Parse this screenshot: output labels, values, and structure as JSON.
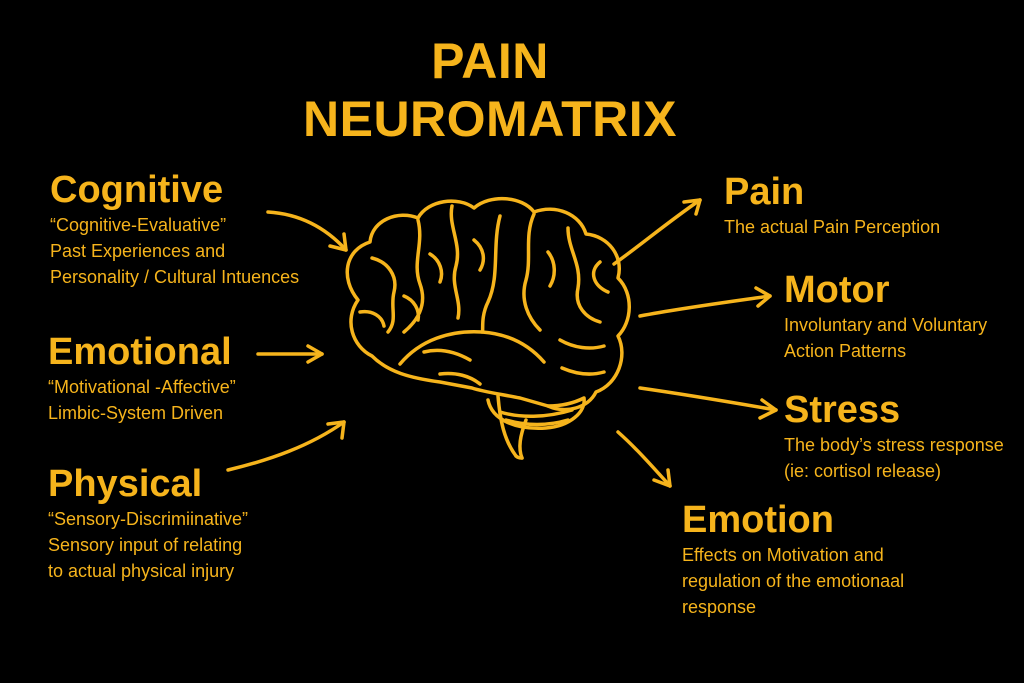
{
  "title": {
    "line1": "PAIN",
    "line2": "NEUROMATRIX"
  },
  "inputs": {
    "cognitive": {
      "heading": "Cognitive",
      "lines": [
        "“Cognitive-Evaluative”",
        "Past Experiences and",
        "Personality / Cultural Intuences"
      ]
    },
    "emotional": {
      "heading": "Emotional",
      "lines": [
        "“Motivational -Affective”",
        "Limbic-System Driven"
      ]
    },
    "physical": {
      "heading": "Physical",
      "lines": [
        "“Sensory-Discrimiinative”",
        "Sensory input of relating",
        "to actual physical injury"
      ]
    }
  },
  "outputs": {
    "pain": {
      "heading": "Pain",
      "lines": [
        "The actual Pain Perception"
      ]
    },
    "motor": {
      "heading": "Motor",
      "lines": [
        "Involuntary and Voluntary",
        "Action Patterns"
      ]
    },
    "stress": {
      "heading": "Stress",
      "lines": [
        "The body’s stress response",
        "(ie: cortisol release)"
      ]
    },
    "emotion": {
      "heading": "Emotion",
      "lines": [
        "Effects on Motivation and",
        "regulation of the emotionaal",
        "response"
      ]
    }
  },
  "colors": {
    "background": "#000000",
    "accent": "#F6B41C"
  },
  "icons": {
    "center": "brain-icon",
    "connectors": "arrow-icon"
  }
}
